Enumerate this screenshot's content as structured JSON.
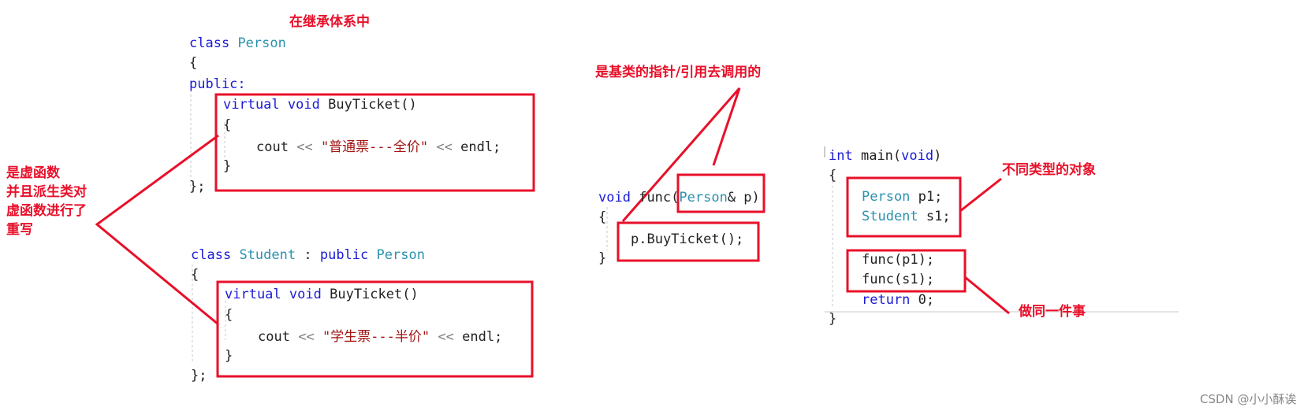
{
  "annotations": {
    "inheritance_title": "在继承体系中",
    "base_ref": "是基类的指针/引用去调用的",
    "virtual_override": [
      "是虚函数",
      "并且派生类对",
      "虚函数进行了",
      "重写"
    ],
    "different_types": "不同类型的对象",
    "same_thing": "做同一件事"
  },
  "person": {
    "class_kw": "class",
    "name": "Person",
    "open": "{",
    "public": "public:",
    "virtual": "virtual",
    "void": "void",
    "method": "BuyTicket()",
    "m_open": "{",
    "cout": "cout",
    "shl": "<<",
    "str": "\"普通票---全价\"",
    "shl2": "<<",
    "endl": "endl;",
    "m_close": "}",
    "close": "};"
  },
  "student": {
    "class_kw": "class",
    "name": "Student",
    "colon": ":",
    "public_kw": "public",
    "base": "Person",
    "open": "{",
    "virtual": "virtual",
    "void": "void",
    "method": "BuyTicket()",
    "m_open": "{",
    "cout": "cout",
    "shl": "<<",
    "str": "\"学生票---半价\"",
    "shl2": "<<",
    "endl": "endl;",
    "m_close": "}",
    "close": "};"
  },
  "func": {
    "void": "void",
    "name": "func(",
    "param_type": "Person",
    "param_rest": "& p)",
    "open": "{",
    "call": "p.BuyTicket();",
    "close": "}"
  },
  "main": {
    "int": "int",
    "name": "main(",
    "void": "void",
    "paren": ")",
    "open": "{",
    "decl1_type": "Person",
    "decl1_var": "p1;",
    "decl2_type": "Student",
    "decl2_var": "s1;",
    "call1": "func(p1);",
    "call2": "func(s1);",
    "return_kw": "return",
    "return_val": "0;",
    "close": "}"
  },
  "watermark": "CSDN @小小酥诶",
  "colors": {
    "annotation": "#e8102a",
    "keyword": "#1a1ad6",
    "type": "#2b91af",
    "string": "#a31515"
  }
}
